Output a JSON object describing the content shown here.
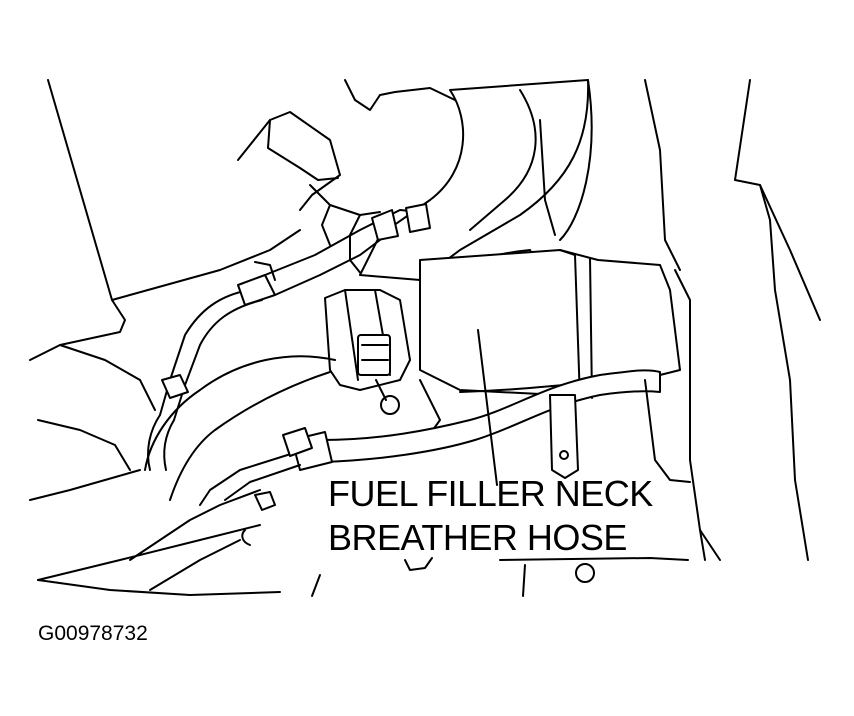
{
  "callout": {
    "line1": "FUEL FILLER NECK",
    "line2": "BREATHER HOSE"
  },
  "figure_id": "G00978732"
}
